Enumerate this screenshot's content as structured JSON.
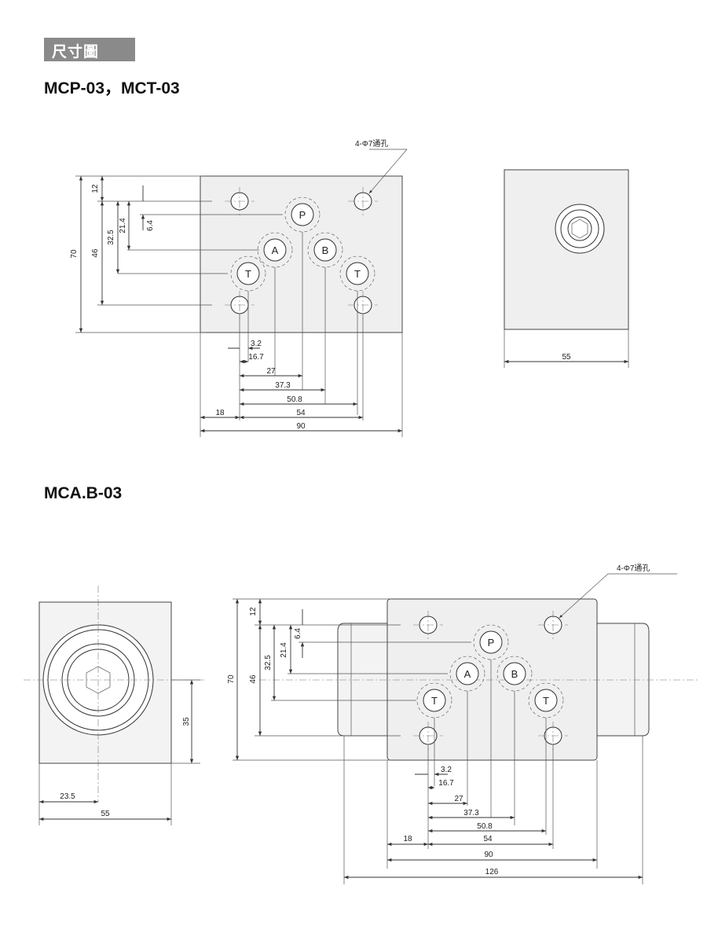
{
  "header": {
    "badge": "尺寸圖"
  },
  "section1": {
    "title": "MCP-03，MCT-03",
    "leader_note": "4-Φ7通孔",
    "ports": [
      "P",
      "A",
      "B",
      "T",
      "T"
    ],
    "dims": {
      "v12": "12",
      "v70": "70",
      "v46": "46",
      "v32_5": "32.5",
      "v21_4": "21.4",
      "v6_4": "6.4",
      "h3_2": "3.2",
      "h16_7": "16.7",
      "h27": "27",
      "h37_3": "37.3",
      "h50_8": "50.8",
      "h18": "18",
      "h54": "54",
      "h90": "90",
      "side55": "55"
    }
  },
  "section2": {
    "title": "MCA.B-03",
    "leader_note": "4-Φ7通孔",
    "ports": [
      "P",
      "A",
      "B",
      "T",
      "T"
    ],
    "dims": {
      "left35": "35",
      "left23_5": "23.5",
      "left55": "55",
      "v12": "12",
      "v70": "70",
      "v46": "46",
      "v32_5": "32.5",
      "v21_4": "21.4",
      "v6_4": "6.4",
      "h3_2": "3.2",
      "h16_7": "16.7",
      "h27": "27",
      "h37_3": "37.3",
      "h50_8": "50.8",
      "h18": "18",
      "h54": "54",
      "h90": "90",
      "h126": "126"
    }
  }
}
